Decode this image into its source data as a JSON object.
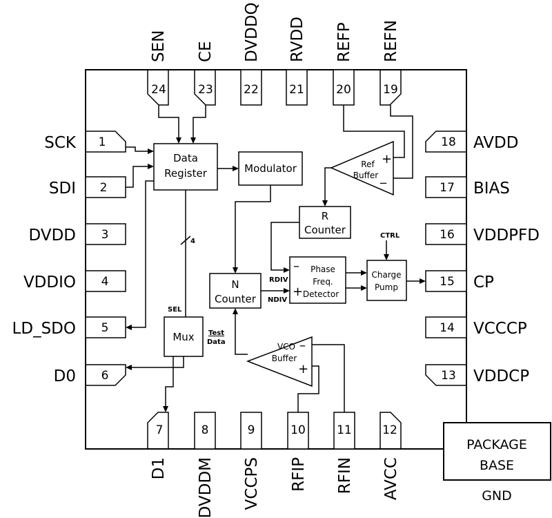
{
  "pins": {
    "top": [
      {
        "num": "24",
        "label": "SEN"
      },
      {
        "num": "23",
        "label": "CE"
      },
      {
        "num": "22",
        "label": "DVDDQ"
      },
      {
        "num": "21",
        "label": "RVDD"
      },
      {
        "num": "20",
        "label": "REFP"
      },
      {
        "num": "19",
        "label": "REFN"
      }
    ],
    "left": [
      {
        "num": "1",
        "label": "SCK"
      },
      {
        "num": "2",
        "label": "SDI"
      },
      {
        "num": "3",
        "label": "DVDD"
      },
      {
        "num": "4",
        "label": "VDDIO"
      },
      {
        "num": "5",
        "label": "LD_SDO"
      },
      {
        "num": "6",
        "label": "D0"
      }
    ],
    "right": [
      {
        "num": "18",
        "label": "AVDD"
      },
      {
        "num": "17",
        "label": "BIAS"
      },
      {
        "num": "16",
        "label": "VDDPFD"
      },
      {
        "num": "15",
        "label": "CP"
      },
      {
        "num": "14",
        "label": "VCCCP"
      },
      {
        "num": "13",
        "label": "VDDCP"
      }
    ],
    "bottom": [
      {
        "num": "7",
        "label": "D1"
      },
      {
        "num": "8",
        "label": "DVDDM"
      },
      {
        "num": "9",
        "label": "VCCPS"
      },
      {
        "num": "10",
        "label": "RFIP"
      },
      {
        "num": "11",
        "label": "RFIN"
      },
      {
        "num": "12",
        "label": "AVCC"
      }
    ]
  },
  "blocks": {
    "data_register": {
      "line1": "Data",
      "line2": "Register"
    },
    "modulator": "Modulator",
    "ref_buffer": {
      "line1": "Ref",
      "line2": "Buffer",
      "plus": "+",
      "minus": "_"
    },
    "r_counter": {
      "line1": "R",
      "line2": "Counter"
    },
    "n_counter": {
      "line1": "N",
      "line2": "Counter"
    },
    "pfd": {
      "line1": "Phase",
      "line2": "Freq.",
      "line3": "Detector",
      "minus": "–",
      "plus": "+"
    },
    "charge_pump": {
      "line1": "Charge",
      "line2": "Pump"
    },
    "mux": "Mux",
    "vco_buffer": {
      "line1": "VCO",
      "line2": "Buffer",
      "plus": "+",
      "minus": "–"
    }
  },
  "signals": {
    "rdiv": "RDIV",
    "ndiv": "NDIV",
    "ctrl": "CTRL",
    "sel": "SEL",
    "test": "Test",
    "data": "Data",
    "bus_width": "4"
  },
  "package_base": {
    "line1": "PACKAGE",
    "line2": "BASE",
    "gnd": "GND"
  }
}
